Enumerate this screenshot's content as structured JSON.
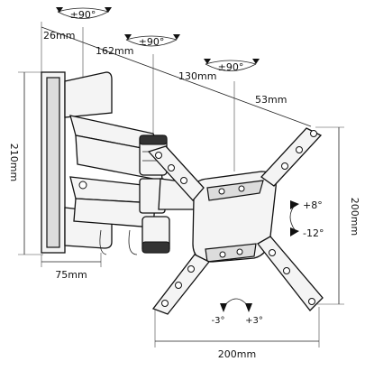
{
  "swivel": {
    "a": "±90°",
    "b": "±90°",
    "c": "±90°"
  },
  "dims": {
    "arm1": "26mm",
    "arm2": "162mm",
    "arm3": "130mm",
    "arm4": "53mm",
    "height": "210mm",
    "depth": "75mm",
    "vesa_h": "200mm",
    "vesa_w": "200mm"
  },
  "tilt": {
    "up": "+8°",
    "down": "-12°"
  },
  "rotate": {
    "left": "-3°",
    "right": "+3°"
  }
}
